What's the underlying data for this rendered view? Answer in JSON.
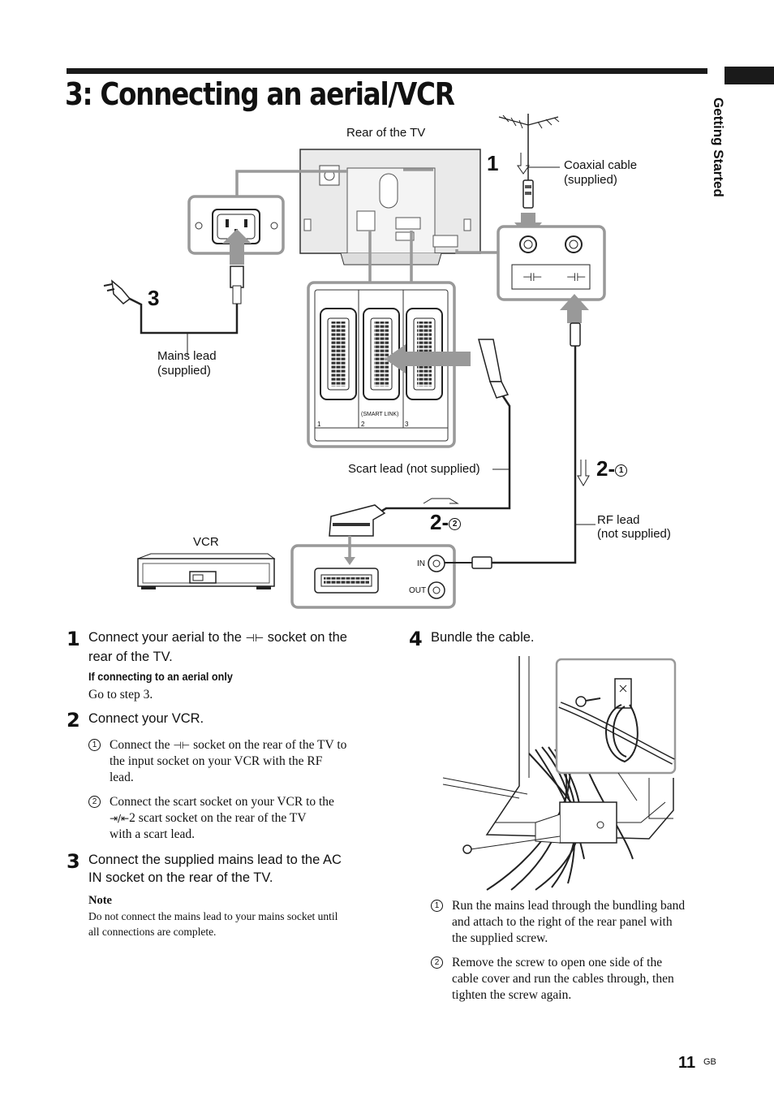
{
  "header": {
    "title": "3: Connecting an aerial/VCR",
    "side_label": "Getting Started"
  },
  "diagram": {
    "rear_label": "Rear of the TV",
    "coaxial_label_1": "Coaxial cable",
    "coaxial_label_2": "(supplied)",
    "mains_label_1": "Mains lead",
    "mains_label_2": "(supplied)",
    "scart_label": "Scart lead (not supplied)",
    "rf_label_1": "RF lead",
    "rf_label_2": "(not supplied)",
    "vcr_label": "VCR",
    "smart_link": "(SMART LINK)",
    "scart_nums": [
      "1",
      "2",
      "3"
    ],
    "in_label": "IN",
    "out_label": "OUT",
    "step_1": "1",
    "step_3": "3",
    "step_2_prefix": "2-",
    "step_2_1": "1",
    "step_2_2": "2"
  },
  "steps": {
    "s1_num": "1",
    "s1_text_a": "Connect your aerial to the",
    "s1_text_b": "socket on the",
    "s1_text_c": "rear of the TV.",
    "s1_subhead": "If connecting to an aerial only",
    "s1_sub": "Go to step 3.",
    "s2_num": "2",
    "s2_text": "Connect your VCR.",
    "s2_i1_num": "1",
    "s2_i1_a": "Connect the",
    "s2_i1_b": "socket on the rear of the TV to",
    "s2_i1_c": "the input socket on your VCR with the RF",
    "s2_i1_d": "lead.",
    "s2_i2_num": "2",
    "s2_i2_a": "Connect the scart socket on your VCR to the",
    "s2_i2_b": "2 scart socket on the rear of the TV",
    "s2_i2_c": "with a scart lead.",
    "s3_num": "3",
    "s3_text_a": "Connect the supplied mains lead to the AC",
    "s3_text_b": "IN socket on the rear of the TV.",
    "note_head": "Note",
    "note_a": "Do not connect the mains lead to your mains socket until",
    "note_b": "all connections are complete.",
    "s4_num": "4",
    "s4_text": "Bundle the cable.",
    "s4_i1_num": "1",
    "s4_i1_a": "Run the mains lead through the bundling band",
    "s4_i1_b": "and attach to the right of the rear panel with",
    "s4_i1_c": "the supplied screw.",
    "s4_i2_num": "2",
    "s4_i2_a": "Remove the screw to open one side of the",
    "s4_i2_b": "cable cover and run the cables through, then",
    "s4_i2_c": "tighten the screw again."
  },
  "footer": {
    "page": "11",
    "suffix": "GB"
  }
}
